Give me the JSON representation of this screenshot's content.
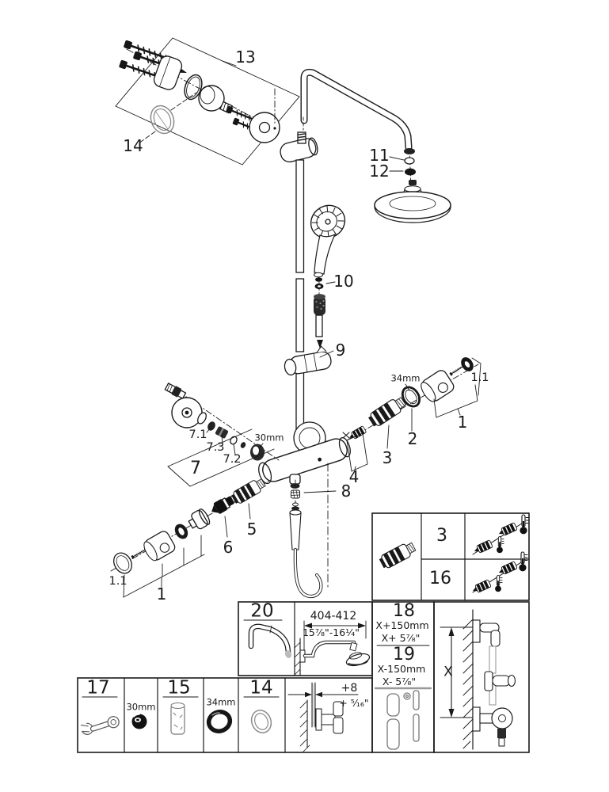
{
  "colors": {
    "line": "#1a1a1a",
    "gray": "#8a8a8a",
    "paper": "#ffffff"
  },
  "callouts": {
    "c13": "13",
    "c14": "14",
    "c11": "11",
    "c12": "12",
    "c10": "10",
    "c9": "9",
    "c8": "8",
    "c5": "5",
    "c6": "6",
    "c4": "4",
    "c3": "3",
    "c2": "2",
    "c1_right": "1",
    "c1_1_right": "1.1",
    "c1_left": "1",
    "c1_1_left": "1.1",
    "c7": "7",
    "c7_1": "7.1",
    "c7_2": "7.2",
    "c7_3": "7.3",
    "dim_34mm": "34mm",
    "dim_30mm": "30mm"
  },
  "spares_table": {
    "row1_id": "3",
    "row2_id": "16"
  },
  "arm_box": {
    "id": "20",
    "dim_mm": "404-412",
    "dim_inch": "15⁷⁄₈\"-16¹⁄₄\""
  },
  "extension_box": {
    "id_plus": "18",
    "plus_mm": "X+150mm",
    "plus_inch": "X+ 5⁷⁄₈\"",
    "id_minus": "19",
    "minus_mm": "X-150mm",
    "minus_inch": "X- 5⁷⁄₈\""
  },
  "height_box": {
    "dim_label": "X"
  },
  "tools_table": {
    "wrench_id": "17",
    "wrench_size": "30mm",
    "sleeve_id": "15",
    "ring_size": "34mm",
    "gasket_id": "14",
    "offset_mm": "+8",
    "offset_inch": "+ ⁵⁄₁₆\""
  }
}
